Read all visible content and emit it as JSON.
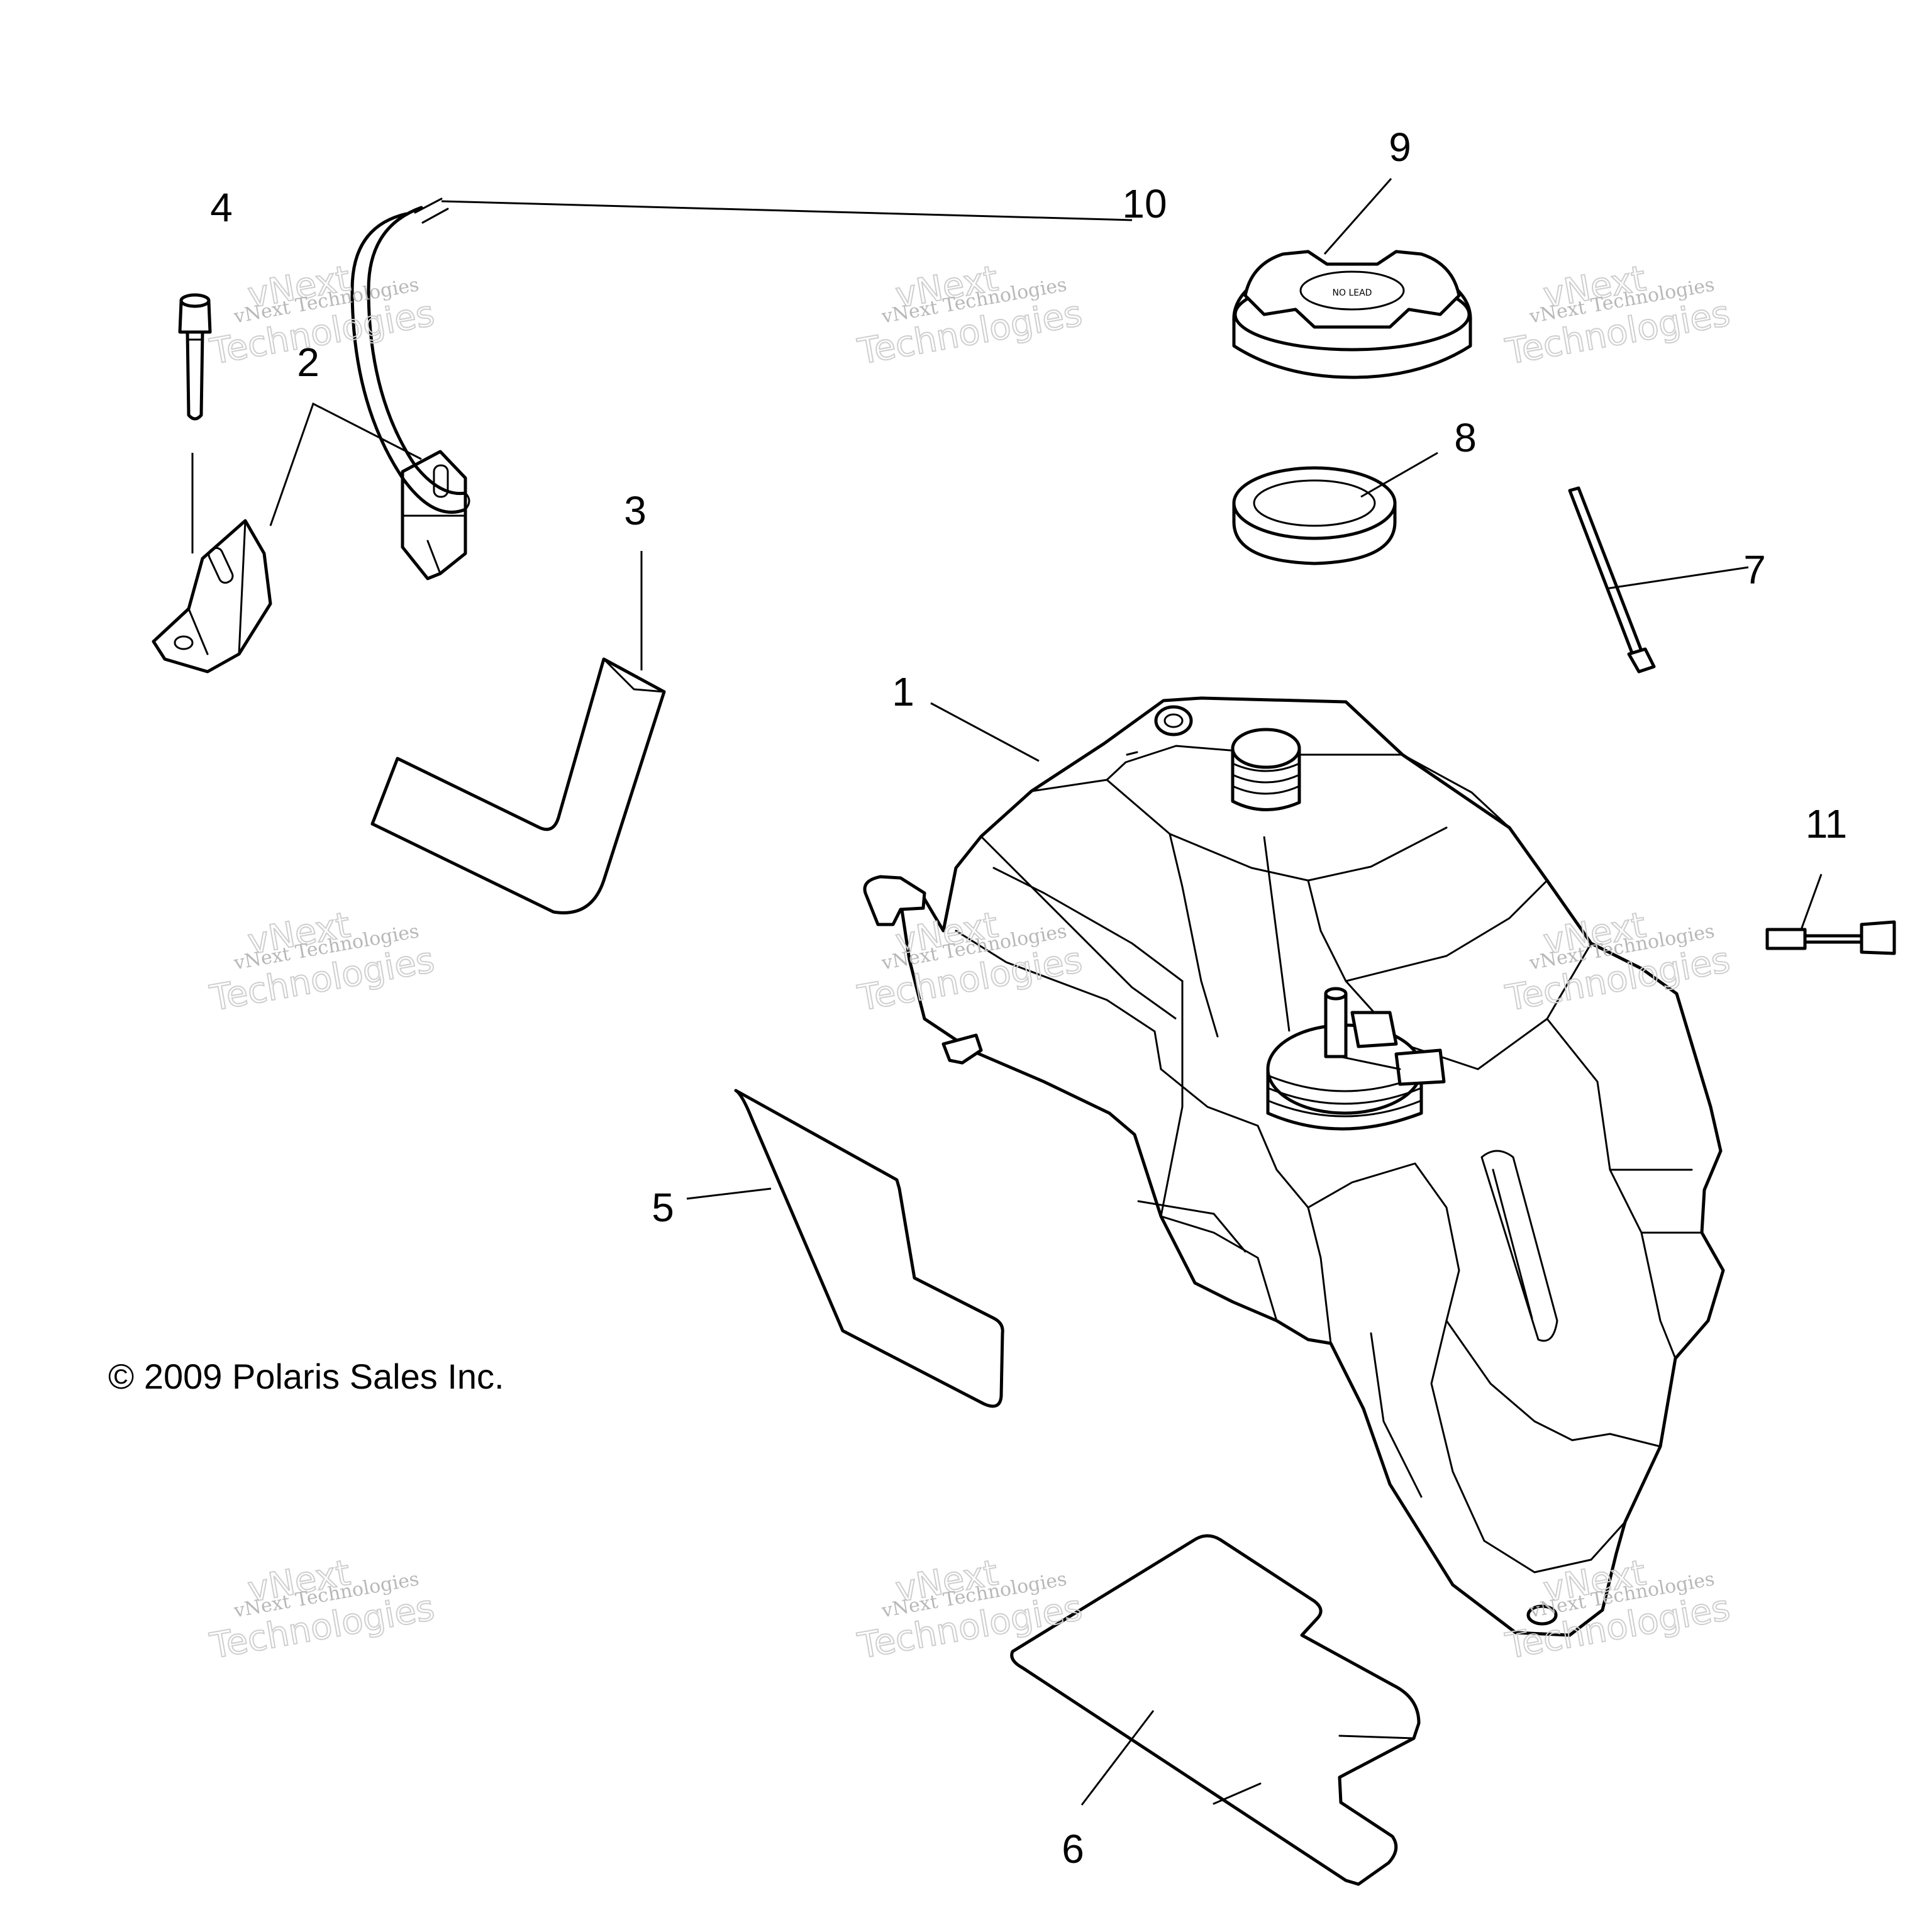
{
  "callouts": [
    {
      "id": "1",
      "label": "1"
    },
    {
      "id": "2",
      "label": "2"
    },
    {
      "id": "3",
      "label": "3"
    },
    {
      "id": "4",
      "label": "4"
    },
    {
      "id": "5",
      "label": "5"
    },
    {
      "id": "6",
      "label": "6"
    },
    {
      "id": "7",
      "label": "7"
    },
    {
      "id": "8",
      "label": "8"
    },
    {
      "id": "9",
      "label": "9"
    },
    {
      "id": "10",
      "label": "10"
    },
    {
      "id": "11",
      "label": "11"
    }
  ],
  "copyright": "© 2009 Polaris Sales Inc.",
  "watermark": {
    "line1": "vNext Technologies",
    "line2": "vNext",
    "line3": "Technologies"
  },
  "fuel_cap_marking": "NO LEAD",
  "colors": {
    "line": "#000000",
    "background": "#ffffff",
    "watermark": "#b8b8b8"
  }
}
